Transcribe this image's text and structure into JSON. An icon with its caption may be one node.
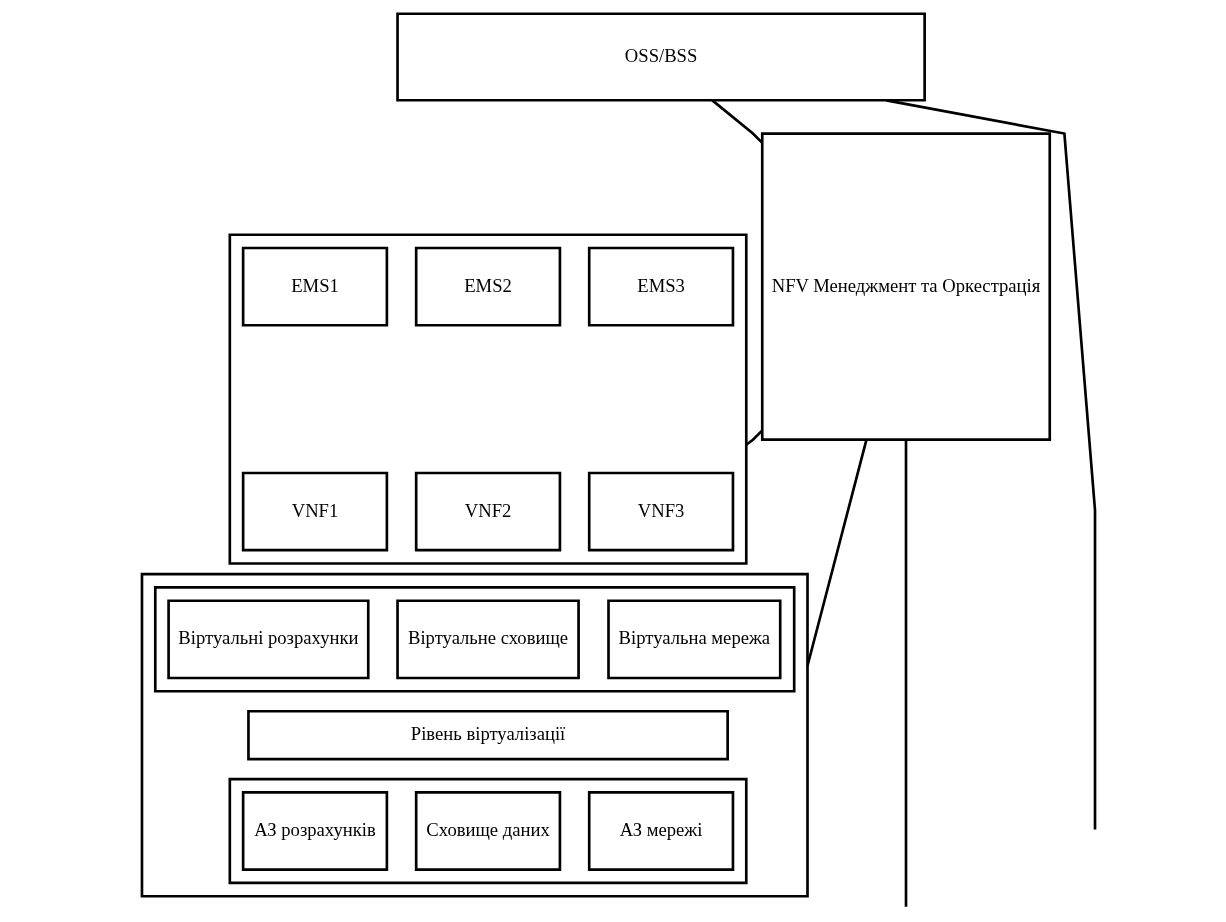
{
  "diagram": {
    "nodes": [
      {
        "text": [
          "OSS/BSS"
        ]
      },
      {
        "text": [],
        "shape": "box"
      },
      {
        "text": [
          "EMS1"
        ],
        "in": 1
      },
      {
        "text": [
          "EMS2"
        ],
        "in": 1
      },
      {
        "text": [
          "EMS3"
        ],
        "in": 1
      },
      {
        "text": [
          "VNF1"
        ],
        "in": 1
      },
      {
        "text": [
          "VNF2"
        ],
        "in": 1
      },
      {
        "text": [
          "VNF3"
        ],
        "in": 1
      },
      {
        "text": [],
        "shape": "box"
      },
      {
        "text": [],
        "shape": "box",
        "in": 8
      },
      {
        "text": [
          "Віртуальні розрахунки"
        ],
        "in": 9
      },
      {
        "text": [
          "Віртуальне сховище"
        ],
        "in": 9
      },
      {
        "text": [
          "Віртуальна мережа"
        ],
        "in": 9
      },
      {
        "text": [
          "Рівень віртуалізації"
        ],
        "in": 8
      },
      {
        "text": [],
        "shape": "box",
        "in": 8
      },
      {
        "text": [
          "АЗ розрахунків"
        ],
        "in": 14
      },
      {
        "text": [
          "Сховище даних"
        ],
        "in": 14
      },
      {
        "text": [
          "АЗ мережі"
        ],
        "in": 14
      },
      {
        "text": [
          "NFV Менеджмент та Оркестрація"
        ]
      }
    ],
    "edges": [
      {
        "from": 0,
        "to": 18,
        "arrow": "none"
      },
      {
        "from": 1,
        "to": 18,
        "arrow": "none"
      },
      {
        "from": 8,
        "to": 18,
        "arrow": "none"
      },
      {
        "from": 0,
        "to": null,
        "arrow": "none"
      },
      {
        "from": 18,
        "to": null,
        "arrow": "none"
      }
    ]
  }
}
